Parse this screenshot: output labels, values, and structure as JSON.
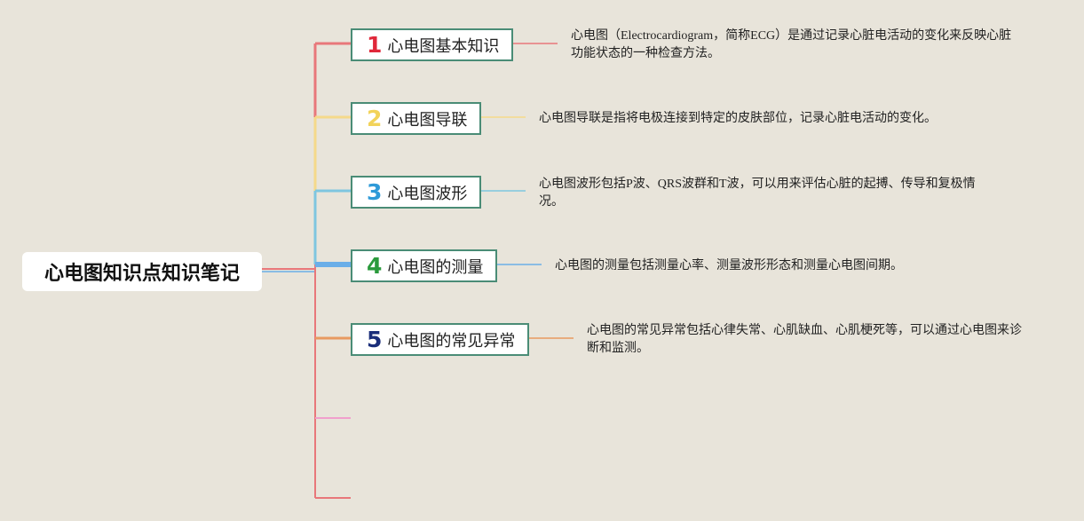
{
  "root": {
    "label": "心电图知识点知识笔记"
  },
  "topics": [
    {
      "number": "1",
      "label": "心电图基本知识",
      "color": "#e0283a",
      "line_color": "#e8777a",
      "description": "心电图（Electrocardiogram，简称ECG）是通过记录心脏电活动的变化来反映心脏功能状态的一种检查方法。"
    },
    {
      "number": "2",
      "label": "心电图导联",
      "color": "#f2d35a",
      "line_color": "#f5d98a",
      "description": "心电图导联是指将电极连接到特定的皮肤部位，记录心脏电活动的变化。"
    },
    {
      "number": "3",
      "label": "心电图波形",
      "color": "#2f9ad8",
      "line_color": "#7ec6e0",
      "description": "心电图波形包括P波、QRS波群和T波，可以用来评估心脏的起搏、传导和复极情况。"
    },
    {
      "number": "4",
      "label": "心电图的测量",
      "color": "#2a9a3c",
      "line_color": "#6aaee8",
      "description": "心电图的测量包括测量心率、测量波形形态和测量心电图间期。"
    },
    {
      "number": "5",
      "label": "心电图的常见异常",
      "color": "#1a2e7a",
      "line_color": "#e89a60",
      "description": "心电图的常见异常包括心律失常、心肌缺血、心肌梗死等，可以通过心电图来诊断和监测。"
    }
  ],
  "empty_branch_colors": [
    "#f0a0cc",
    "#e8777a"
  ]
}
